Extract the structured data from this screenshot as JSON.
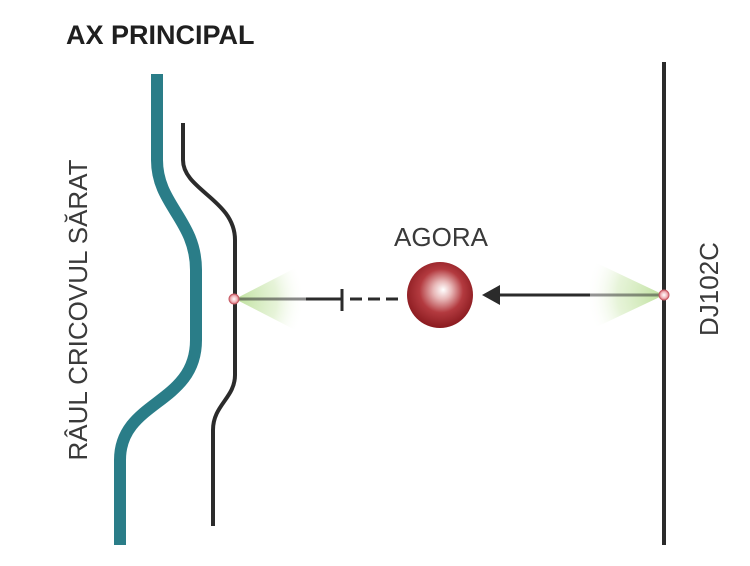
{
  "diagram": {
    "title": "AX PRINCIPAL",
    "river_label": "RÂUL CRICOVUL SĂRAT",
    "node_label": "AGORA",
    "road_label": "DJ102C"
  },
  "colors": {
    "river": "#2a7d88",
    "road": "#2b2b2b",
    "text_title": "#1f1f1f",
    "text_label": "#3a3a3a",
    "node_fill": "#a8252a",
    "node_highlight": "#ffffff",
    "junction_point": "#d9828a",
    "view_cone": "#cfe9b4"
  }
}
